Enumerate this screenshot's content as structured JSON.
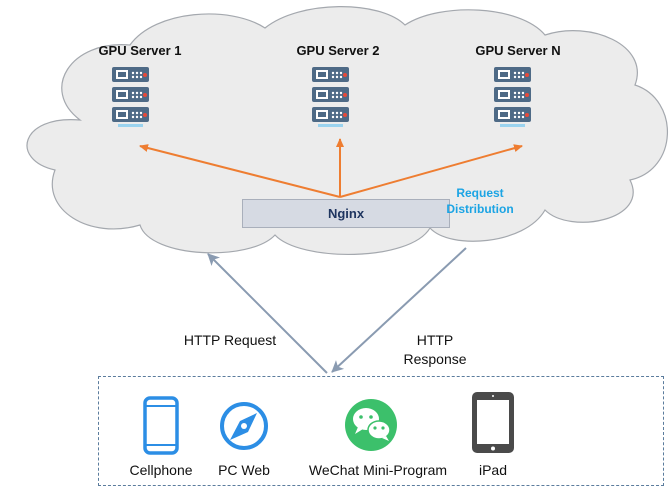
{
  "servers": [
    {
      "label": "GPU Server 1"
    },
    {
      "label": "GPU Server 2"
    },
    {
      "label": "GPU Server N"
    }
  ],
  "load_balancer": {
    "label": "Nginx"
  },
  "distribution": {
    "label": "Request Distribution"
  },
  "connections": {
    "request": "HTTP Request",
    "response": "HTTP Response"
  },
  "clients": [
    {
      "label": "Cellphone",
      "icon": "cellphone-icon"
    },
    {
      "label": "PC Web",
      "icon": "compass-icon"
    },
    {
      "label": "WeChat Mini-Program",
      "icon": "wechat-icon"
    },
    {
      "label": "iPad",
      "icon": "ipad-icon"
    }
  ],
  "colors": {
    "arrow_orange": "#ee7d31",
    "arrow_gray": "#8a9bb1",
    "client_blue": "#2c8ee5",
    "wechat_green": "#3cc06b",
    "server_steel": "#4e6a86",
    "distribution_blue": "#1ba4e4"
  }
}
